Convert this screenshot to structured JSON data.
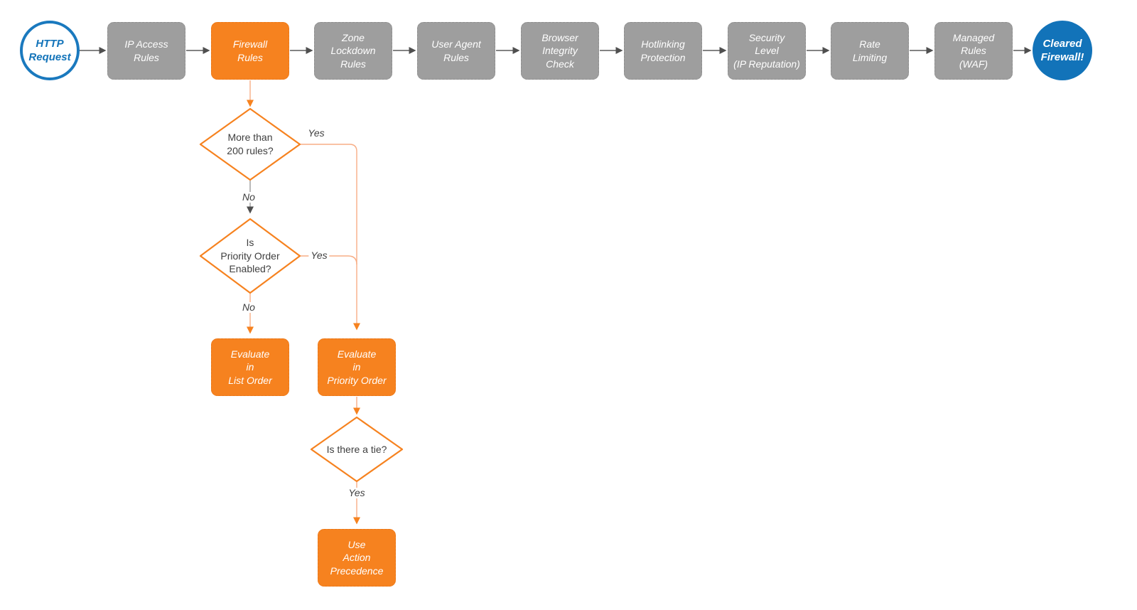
{
  "colors": {
    "orange": "#f6821f",
    "orange_line": "#f7ad85",
    "gray_node": "#9e9e9e",
    "blue": "#1273b9",
    "edge_dark": "#5a5a5a",
    "text_dark": "#3f3f3f"
  },
  "flow": {
    "start_label": "HTTP\nRequest",
    "end_label": "Cleared\nFirewall!",
    "stages": [
      {
        "label": "IP Access\nRules"
      },
      {
        "label": "Firewall\nRules"
      },
      {
        "label": "Zone\nLockdown\nRules"
      },
      {
        "label": "User Agent\nRules"
      },
      {
        "label": "Browser\nIntegrity\nCheck"
      },
      {
        "label": "Hotlinking\nProtection"
      },
      {
        "label": "Security\nLevel\n(IP Reputation)"
      },
      {
        "label": "Rate\nLimiting"
      },
      {
        "label": "Managed\nRules\n(WAF)"
      }
    ],
    "decisions": {
      "rules200": {
        "label": "More than\n200 rules?",
        "yes": "Yes",
        "no": "No"
      },
      "priority": {
        "label": "Is\nPriority Order\nEnabled?",
        "yes": "Yes",
        "no": "No"
      },
      "tie": {
        "label": "Is there a tie?",
        "yes": "Yes"
      }
    },
    "actions": {
      "list_order": {
        "label": "Evaluate\nin\nList Order"
      },
      "priority_order": {
        "label": "Evaluate\nin\nPriority Order"
      },
      "precedence": {
        "label": "Use\nAction\nPrecedence"
      }
    }
  }
}
